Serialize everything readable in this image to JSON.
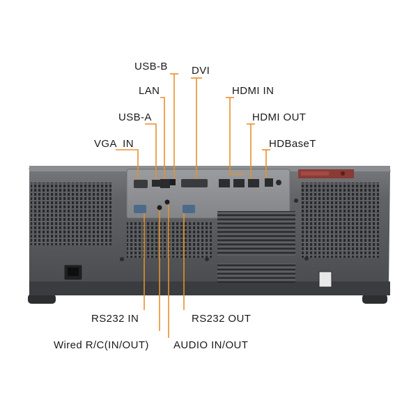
{
  "labels": {
    "usb_b": "USB-B",
    "dvi": "DVI",
    "lan": "LAN",
    "hdmi_in": "HDMI IN",
    "usb_a": "USB-A",
    "hdmi_out": "HDMI OUT",
    "vga_in": "VGA  IN",
    "hdbaset": "HDBaseT",
    "rs232_in": "RS232 IN",
    "rs232_out": "RS232 OUT",
    "wired_rc": "Wired R/C(IN/OUT)",
    "audio": "AUDIO IN/OUT"
  },
  "colors": {
    "leader_line": "#e8902b",
    "body": "#5a5c5f",
    "body_dark": "#3b3d40",
    "panel": "#8c8e91",
    "grille": "#2a2c2f",
    "warning_plate": "#8a3b36"
  }
}
